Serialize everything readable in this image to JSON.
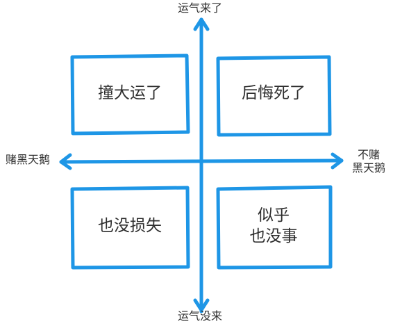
{
  "axes": {
    "top": "运气来了",
    "bottom": "运气没来",
    "left": "赌黑天鹅",
    "right_line1": "不赌",
    "right_line2": "黑天鹅"
  },
  "quadrants": {
    "top_left": "撞大运了",
    "top_right": "后悔死了",
    "bottom_left": "也没损失",
    "bottom_right_line1": "似乎",
    "bottom_right_line2": "也没事"
  },
  "colors": {
    "stroke": "#1e96e6",
    "text": "#2e2e2e"
  }
}
